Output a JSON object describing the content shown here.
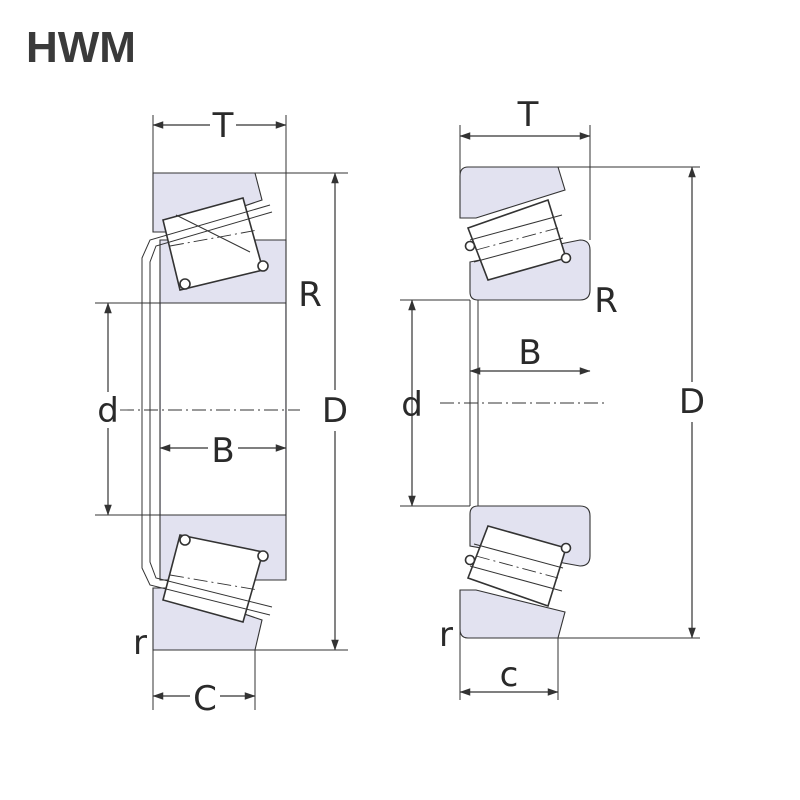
{
  "brand": {
    "name": "HWM"
  },
  "left_view": {
    "labels": {
      "T": "T",
      "R": "R",
      "d": "d",
      "D": "D",
      "B": "B",
      "C": "C",
      "r": "r"
    }
  },
  "right_view": {
    "labels": {
      "T": "T",
      "R": "R",
      "d": "d",
      "D": "D",
      "B": "B",
      "c": "c",
      "r": "r"
    }
  },
  "colors": {
    "part_fill": "#e2e2f0",
    "line": "#333333",
    "text": "#2a2a2a"
  }
}
